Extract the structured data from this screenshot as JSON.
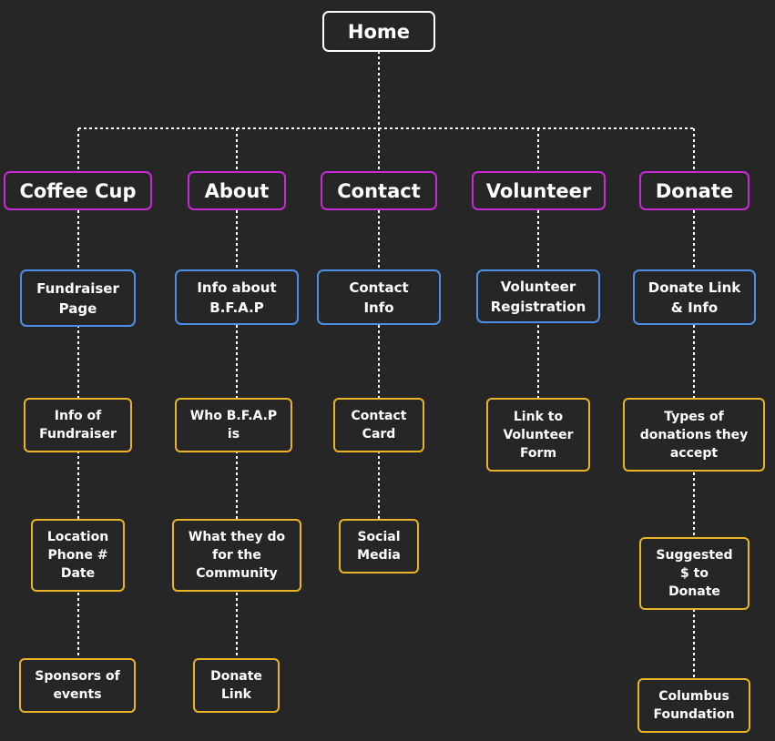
{
  "diagram": {
    "root": {
      "label": "Home"
    },
    "categories": [
      {
        "label": "Coffee Cup",
        "page": "Fundraiser\nPage",
        "items": [
          "Info of\nFundraiser",
          "Location\nPhone #\nDate",
          "Sponsors of\nevents"
        ]
      },
      {
        "label": "About",
        "page": "Info about\nB.F.A.P",
        "items": [
          "Who B.F.A.P\nis",
          "What they do\nfor the\nCommunity",
          "Donate\nLink"
        ]
      },
      {
        "label": "Contact",
        "page": "Contact\nInfo",
        "items": [
          "Contact\nCard",
          "Social\nMedia"
        ]
      },
      {
        "label": "Volunteer",
        "page": "Volunteer\nRegistration",
        "items": [
          "Link to\nVolunteer\nForm"
        ]
      },
      {
        "label": "Donate",
        "page": "Donate Link\n& Info",
        "items": [
          "Types of\ndonations they\naccept",
          "Suggested\n$ to\nDonate",
          "Columbus\nFoundation"
        ]
      }
    ],
    "colors": {
      "background": "#262626",
      "root_border": "#ffffff",
      "category_border": "#c82ad6",
      "page_border": "#4a8fe8",
      "item_border": "#eab427",
      "connector": "#ffffff"
    }
  }
}
